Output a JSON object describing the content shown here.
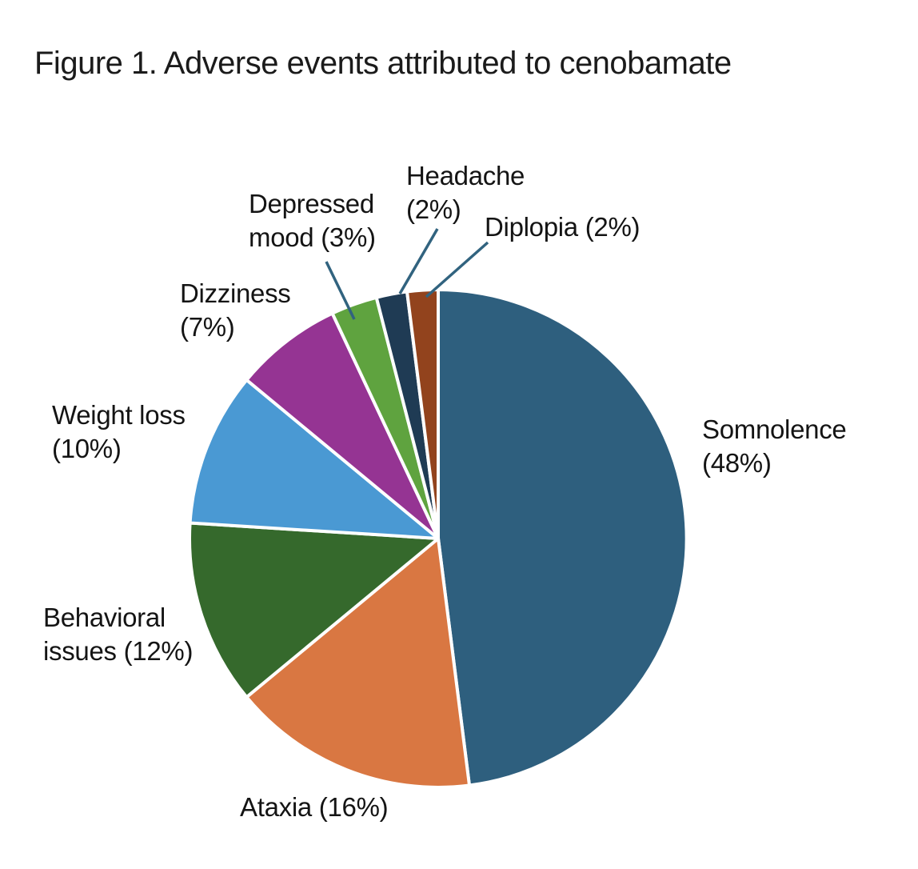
{
  "title": "Figure 1. Adverse events attributed to cenobamate",
  "chart_data": {
    "type": "pie",
    "title": "Figure 1. Adverse events attributed to cenobamate",
    "start_angle_deg": 0,
    "direction": "clockwise",
    "legend": "none",
    "labels_position": "outside",
    "background_color": "#FFFFFF",
    "text_color": "#141414",
    "leader_line_color": "#31637F",
    "slice_gap_color": "#FFFFFF",
    "slices": [
      {
        "label": "Somnolence",
        "value_pct": 48,
        "display_label": "Somnolence\n(48%)",
        "color": "#2E5F7E"
      },
      {
        "label": "Ataxia",
        "value_pct": 16,
        "display_label": "Ataxia (16%)",
        "color": "#D97742"
      },
      {
        "label": "Behavioral issues",
        "value_pct": 12,
        "display_label": "Behavioral\nissues (12%)",
        "color": "#35692C"
      },
      {
        "label": "Weight loss",
        "value_pct": 10,
        "display_label": "Weight loss\n(10%)",
        "color": "#4A99D3"
      },
      {
        "label": "Dizziness",
        "value_pct": 7,
        "display_label": "Dizziness\n(7%)",
        "color": "#953493"
      },
      {
        "label": "Depressed mood",
        "value_pct": 3,
        "display_label": "Depressed\nmood (3%)",
        "color": "#5FA33F"
      },
      {
        "label": "Headache",
        "value_pct": 2,
        "display_label": "Headache\n(2%)",
        "color": "#1F3B54"
      },
      {
        "label": "Diplopia",
        "value_pct": 2,
        "display_label": "Diplopia (2%)",
        "color": "#92431D"
      }
    ]
  }
}
